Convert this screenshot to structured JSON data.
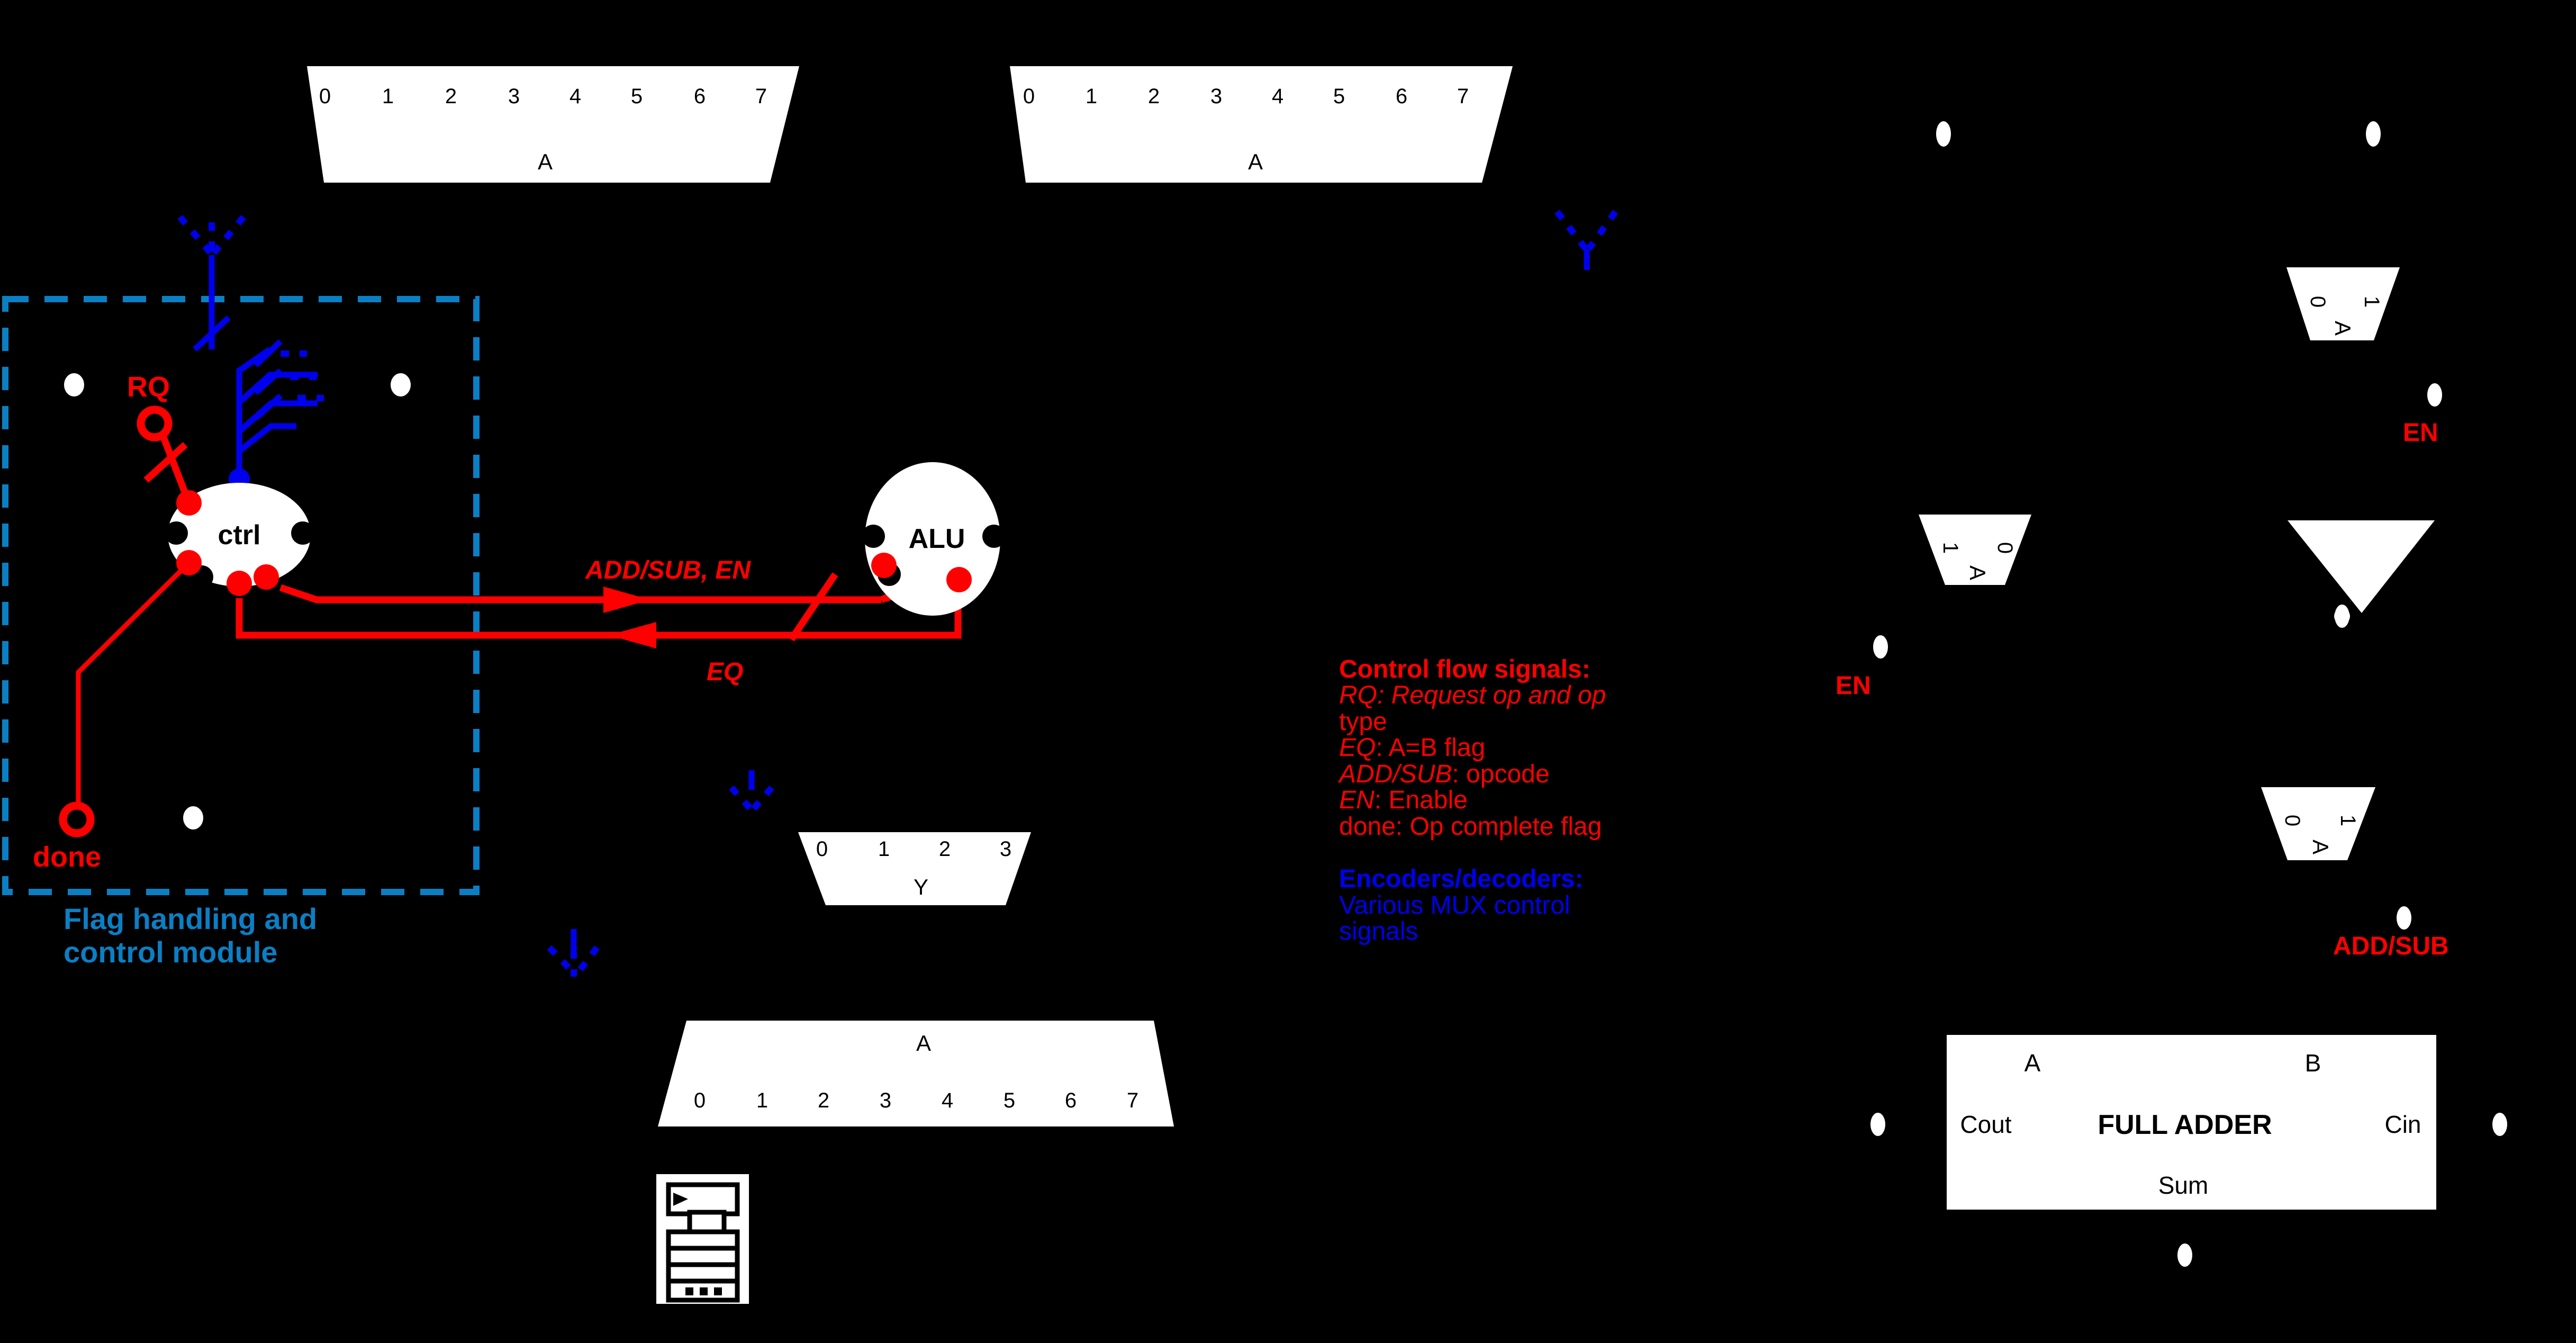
{
  "diagram": {
    "title": "ALU datapath and control flow block diagram",
    "background": "#000000",
    "colors": {
      "control_signal": "#ff0000",
      "encoder_decoder": "#0000ee",
      "module_outline": "#0b7fc4",
      "block_fill": "#ffffff"
    }
  },
  "control_module": {
    "caption_line1": "Flag handling and",
    "caption_line2": "control module",
    "node_label": "ctrl",
    "port_rq": "RQ",
    "port_done": "done"
  },
  "alu": {
    "node_label": "ALU",
    "signal_in": "ADD/SUB, EN",
    "signal_out": "EQ"
  },
  "buses": {
    "demux_top_left": {
      "name": "A",
      "bits": [
        "0",
        "1",
        "2",
        "3",
        "4",
        "5",
        "6",
        "7"
      ]
    },
    "demux_top_right": {
      "name": "A",
      "bits": [
        "0",
        "1",
        "2",
        "3",
        "4",
        "5",
        "6",
        "7"
      ]
    },
    "mux_y": {
      "name": "Y",
      "bits": [
        "0",
        "1",
        "2",
        "3"
      ]
    },
    "mux_bottom_a": {
      "name": "A",
      "bits": [
        "0",
        "1",
        "2",
        "3",
        "4",
        "5",
        "6",
        "7"
      ]
    }
  },
  "right_muxes": [
    {
      "id": "mux-a-top-right",
      "name": "A",
      "sel": [
        "0",
        "1"
      ],
      "rotation": 90
    },
    {
      "id": "mux-a-mid-left",
      "name": "A",
      "sel": [
        "1",
        "0"
      ],
      "rotation": 90
    },
    {
      "id": "mux-a-mid-right",
      "name": "A",
      "sel": [
        "0",
        "1"
      ],
      "rotation": 90
    }
  ],
  "right_labels": {
    "en_top": "EN",
    "en_left": "EN",
    "add_sub": "ADD/SUB"
  },
  "full_adder": {
    "title": "FULL ADDER",
    "in_a": "A",
    "in_b": "B",
    "cout": "Cout",
    "cin": "Cin",
    "sum": "Sum"
  },
  "legend": {
    "control_heading": "Control flow signals:",
    "control_lines": [
      {
        "sig": "RQ: Request op and op",
        "rest": ""
      },
      {
        "sig": "",
        "rest": "type"
      },
      {
        "sig": "EQ",
        "rest": ": A=B flag"
      },
      {
        "sig": "ADD/SUB",
        "rest": ": opcode"
      },
      {
        "sig": "EN",
        "rest": ": Enable"
      },
      {
        "sig": "",
        "rest": "done: Op complete flag"
      }
    ],
    "encoder_heading": "Encoders/decoders:",
    "encoder_lines": [
      "Various MUX control",
      "signals"
    ]
  },
  "icons": {
    "memory": "memory-stack-icon",
    "buffer": "tri-state-buffer-icon",
    "fanout": "bus-fanout-icon",
    "decoder": "decoder-branch-icon"
  }
}
